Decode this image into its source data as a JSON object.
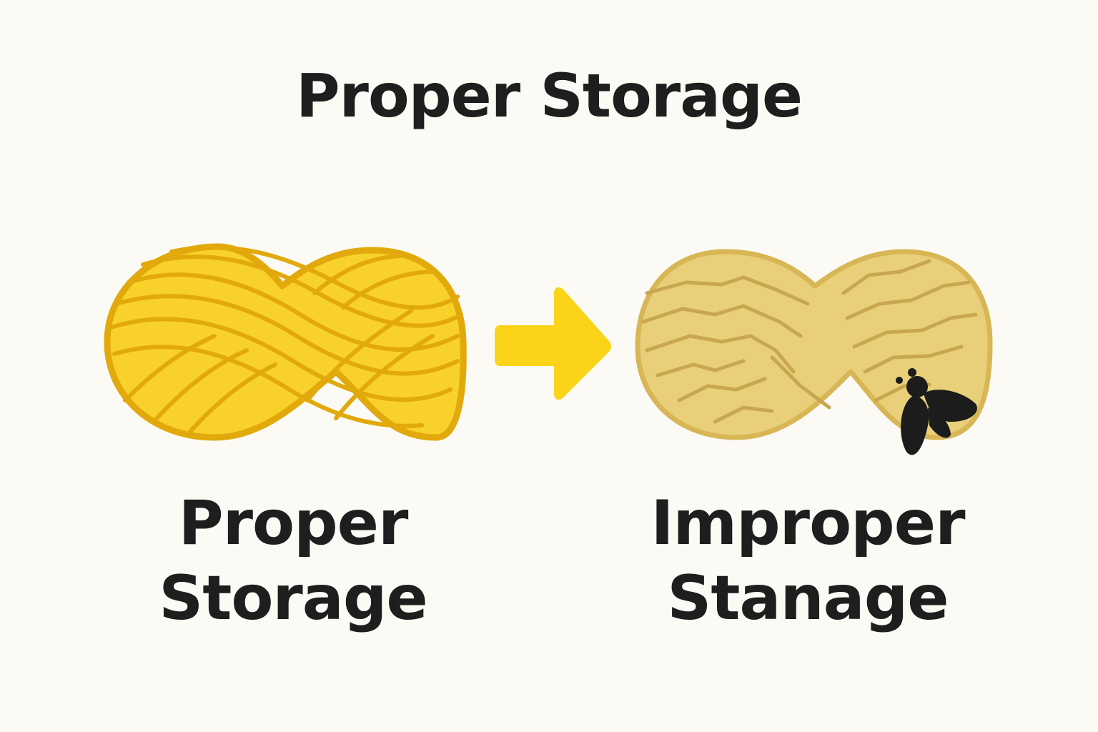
{
  "title": "Proper Storage",
  "left_panel": {
    "caption_line1": "Proper",
    "caption_line2": "Storage",
    "yarn_icon": "yarn-skein-icon",
    "yarn_color": "#F8D12A",
    "yarn_outline": "#E2A90C"
  },
  "arrow": {
    "icon": "arrow-right-icon",
    "color": "#FBD419"
  },
  "right_panel": {
    "caption_line1": "Improper",
    "caption_line2": "Stanage",
    "yarn_icon": "faded-yarn-skein-icon",
    "yarn_color": "#E9CF7A",
    "yarn_outline": "#D8B655",
    "pest_icon": "moth-icon",
    "pest_color": "#1C1C1C"
  }
}
